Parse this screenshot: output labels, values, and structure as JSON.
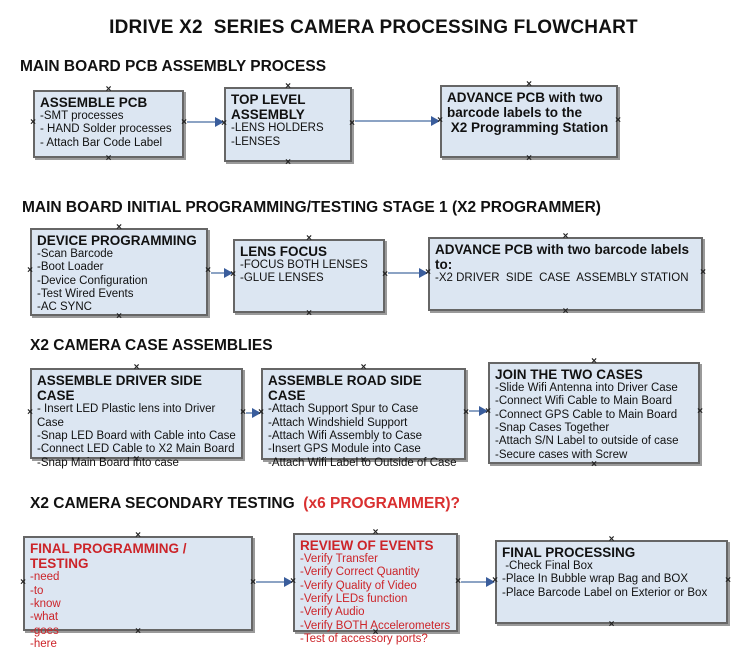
{
  "title": "IDRIVE X2  SERIES CAMERA PROCESSING FLOWCHART",
  "connection_marker": "×",
  "colors": {
    "box_fill": "#dce6f2",
    "box_border": "#666666",
    "arrow_line": "#8ca3c4",
    "arrow_head": "#3a5d9c",
    "red_text": "#cc2429",
    "heading_red": "#d93030"
  },
  "sections": [
    {
      "heading": "MAIN BOARD PCB ASSEMBLY PROCESS",
      "boxes": [
        {
          "title": "ASSEMBLE PCB",
          "items": [
            "-SMT processes",
            "- HAND Solder processes",
            "- Attach Bar Code Label"
          ]
        },
        {
          "title": "TOP LEVEL ASSEMBLY",
          "items": [
            "-LENS HOLDERS",
            "-LENSES"
          ]
        },
        {
          "title": "ADVANCE PCB with two\nbarcode labels to the\n X2 Programming Station",
          "items": []
        }
      ]
    },
    {
      "heading": "MAIN BOARD INITIAL PROGRAMMING/TESTING STAGE 1 (X2 PROGRAMMER)",
      "boxes": [
        {
          "title": "DEVICE PROGRAMMING",
          "items": [
            "-Scan Barcode",
            "-Boot Loader",
            "-Device Configuration",
            "-Test Wired Events",
            "-AC SYNC"
          ]
        },
        {
          "title": "LENS FOCUS",
          "items": [
            "-FOCUS BOTH LENSES",
            "-GLUE LENSES"
          ]
        },
        {
          "title": "ADVANCE PCB with two barcode labels to:",
          "items": [
            "-X2 DRIVER  SIDE  CASE  ASSEMBLY STATION"
          ]
        }
      ]
    },
    {
      "heading": "X2 CAMERA CASE ASSEMBLIES",
      "boxes": [
        {
          "title": "ASSEMBLE DRIVER SIDE CASE",
          "items": [
            "- Insert LED Plastic lens into Driver Case",
            "-Snap LED Board with Cable into Case",
            "-Connect LED Cable to X2 Main Board",
            "-Snap Main Board into case"
          ]
        },
        {
          "title": "ASSEMBLE ROAD SIDE CASE",
          "items": [
            "-Attach Support Spur to Case",
            "-Attach Windshield Support",
            "-Attach Wifi Assembly to Case",
            "-Insert GPS Module into Case",
            "-Attach Wifi Label to Outside of Case"
          ]
        },
        {
          "title": "JOIN THE TWO CASES",
          "items": [
            "-Slide Wifi Antenna into Driver Case",
            "-Connect Wifi Cable to Main Board",
            "-Connect GPS Cable to Main Board",
            "-Snap Cases Together",
            "-Attach S/N Label to outside of case",
            "-Secure cases with Screw"
          ]
        }
      ]
    },
    {
      "heading": "X2 CAMERA SECONDARY TESTING  ",
      "heading_suffix": "(x6 PROGRAMMER)?",
      "boxes": [
        {
          "title": "FINAL PROGRAMMING / TESTING",
          "items": [
            "-need",
            "-to",
            "-know",
            "-what",
            "-goes",
            "-here"
          ]
        },
        {
          "title": "REVIEW OF EVENTS",
          "items": [
            "-Verify Transfer",
            "-Verify Correct Quantity",
            "-Verify Quality of Video",
            "-Verify LEDs function",
            "-Verify Audio",
            "-Verify BOTH Accelerometers",
            "-Test of accessory ports?"
          ]
        },
        {
          "title": "FINAL PROCESSING",
          "items": [
            " -Check Final Box",
            "-Place In Bubble wrap Bag and BOX",
            "-Place Barcode Label on Exterior or Box"
          ]
        }
      ]
    }
  ]
}
